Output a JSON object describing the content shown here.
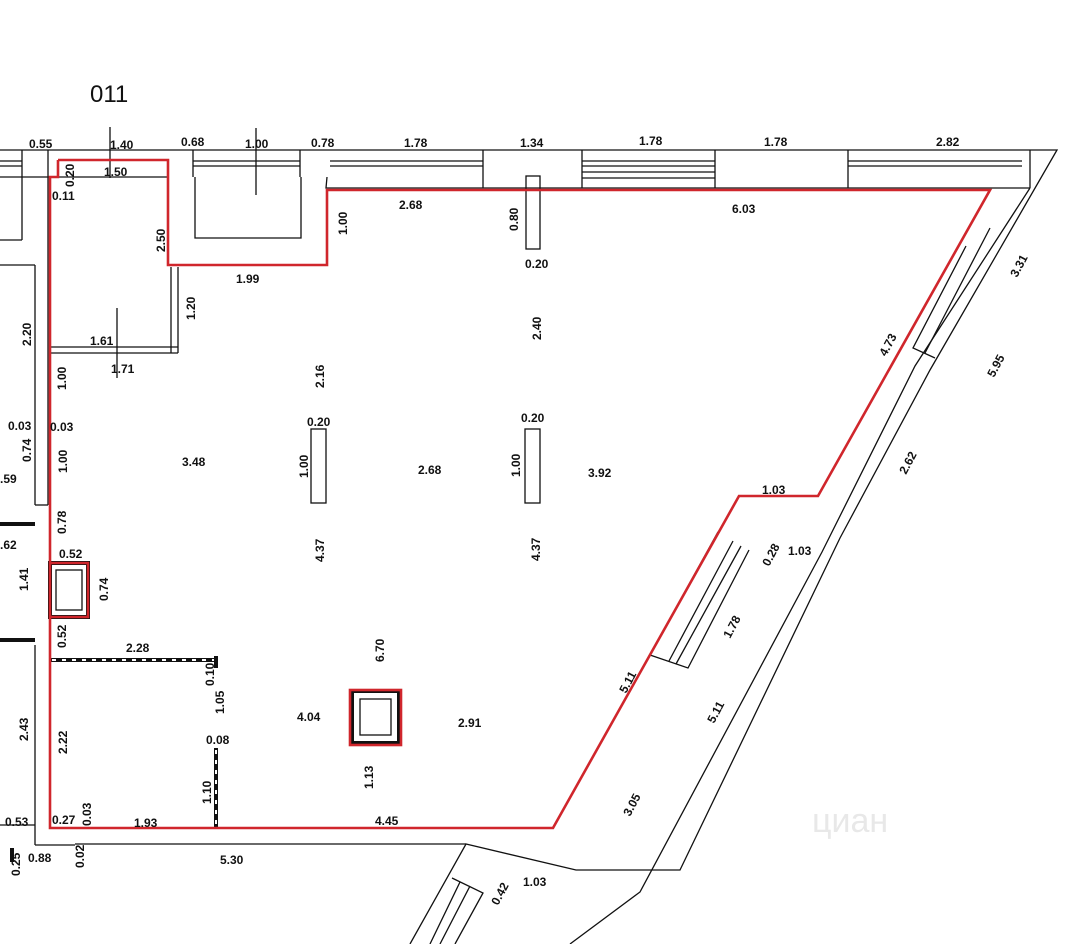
{
  "plan_number": "011",
  "highlight_color": "#d0262c",
  "watermark": "циан",
  "dimensions": [
    {
      "id": "d01",
      "text": "0.55"
    },
    {
      "id": "d02",
      "text": "1.40"
    },
    {
      "id": "d03",
      "text": "0.68"
    },
    {
      "id": "d04",
      "text": "1.00"
    },
    {
      "id": "d05",
      "text": "0.78"
    },
    {
      "id": "d06",
      "text": "1.78"
    },
    {
      "id": "d07",
      "text": "1.34"
    },
    {
      "id": "d08",
      "text": "1.78"
    },
    {
      "id": "d09",
      "text": "1.78"
    },
    {
      "id": "d10",
      "text": "2.82"
    },
    {
      "id": "d11",
      "text": "0.20"
    },
    {
      "id": "d12",
      "text": "1.50"
    },
    {
      "id": "d13",
      "text": "0.11"
    },
    {
      "id": "d14",
      "text": "2.68"
    },
    {
      "id": "d15",
      "text": "0.80"
    },
    {
      "id": "d16",
      "text": "6.03"
    },
    {
      "id": "d17",
      "text": "1.00"
    },
    {
      "id": "d18",
      "text": "2.50"
    },
    {
      "id": "d19",
      "text": "0.20"
    },
    {
      "id": "d20",
      "text": "3.31"
    },
    {
      "id": "d21",
      "text": "1.99"
    },
    {
      "id": "d22",
      "text": "1.20"
    },
    {
      "id": "d23",
      "text": "2.20"
    },
    {
      "id": "d24",
      "text": "2.40"
    },
    {
      "id": "d25",
      "text": "4.73"
    },
    {
      "id": "d26",
      "text": "1.61"
    },
    {
      "id": "d27",
      "text": "1.71"
    },
    {
      "id": "d28",
      "text": "5.95"
    },
    {
      "id": "d29",
      "text": "2.16"
    },
    {
      "id": "d30",
      "text": "1.00"
    },
    {
      "id": "d31",
      "text": "0.03"
    },
    {
      "id": "d32",
      "text": "0.03"
    },
    {
      "id": "d33",
      "text": "0.20"
    },
    {
      "id": "d34",
      "text": "0.20"
    },
    {
      "id": "d35",
      "text": "0.74"
    },
    {
      "id": "d36",
      "text": "1.00"
    },
    {
      "id": "d37",
      "text": "3.48"
    },
    {
      "id": "d38",
      "text": "1.00"
    },
    {
      "id": "d39",
      "text": "2.68"
    },
    {
      "id": "d40",
      "text": "1.00"
    },
    {
      "id": "d41",
      "text": "3.92"
    },
    {
      "id": "d42",
      "text": "2.62"
    },
    {
      "id": "d43",
      "text": ".59"
    },
    {
      "id": "d44",
      "text": "1.03"
    },
    {
      "id": "d45",
      "text": "0.78"
    },
    {
      "id": "d46",
      "text": ".62"
    },
    {
      "id": "d47",
      "text": "0.52"
    },
    {
      "id": "d48",
      "text": "4.37"
    },
    {
      "id": "d49",
      "text": "4.37"
    },
    {
      "id": "d50",
      "text": "0.28"
    },
    {
      "id": "d51",
      "text": "1.03"
    },
    {
      "id": "d52",
      "text": "1.41"
    },
    {
      "id": "d53",
      "text": "0.74"
    },
    {
      "id": "d54",
      "text": "1.78"
    },
    {
      "id": "d55",
      "text": "0.52"
    },
    {
      "id": "d56",
      "text": "2.28"
    },
    {
      "id": "d57",
      "text": "6.70"
    },
    {
      "id": "d58",
      "text": "0.10"
    },
    {
      "id": "d59",
      "text": "5.11"
    },
    {
      "id": "d60",
      "text": "1.05"
    },
    {
      "id": "d61",
      "text": "5.11"
    },
    {
      "id": "d62",
      "text": "4.04"
    },
    {
      "id": "d63",
      "text": "2.91"
    },
    {
      "id": "d64",
      "text": "2.43"
    },
    {
      "id": "d65",
      "text": "2.22"
    },
    {
      "id": "d66",
      "text": "0.08"
    },
    {
      "id": "d67",
      "text": "1.13"
    },
    {
      "id": "d68",
      "text": "1.10"
    },
    {
      "id": "d69",
      "text": "3.05"
    },
    {
      "id": "d70",
      "text": "0.53"
    },
    {
      "id": "d71",
      "text": "0.27"
    },
    {
      "id": "d72",
      "text": "0.03"
    },
    {
      "id": "d73",
      "text": "1.93"
    },
    {
      "id": "d74",
      "text": "4.45"
    },
    {
      "id": "d75",
      "text": "0.25"
    },
    {
      "id": "d76",
      "text": "0.88"
    },
    {
      "id": "d77",
      "text": "0.02"
    },
    {
      "id": "d78",
      "text": "5.30"
    },
    {
      "id": "d79",
      "text": "0.42"
    },
    {
      "id": "d80",
      "text": "1.03"
    }
  ]
}
